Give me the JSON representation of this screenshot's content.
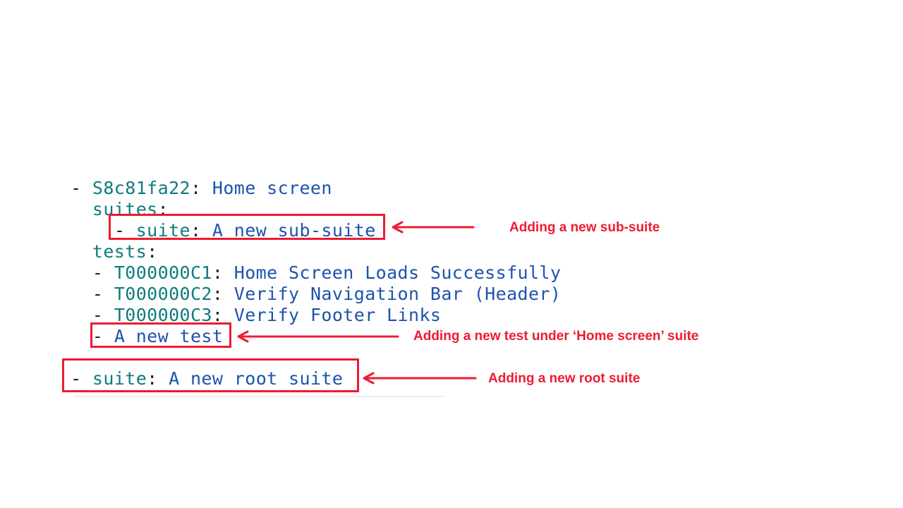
{
  "colors": {
    "key": "#0e7b7e",
    "value": "#1c53ae",
    "punct": "#1f1f1f",
    "red": "#ee1b31",
    "bg": "#ffffff",
    "panel_edge": "#ececec"
  },
  "code": {
    "l1": {
      "dash": "- ",
      "key": "S8c81fa22",
      "colon": ": ",
      "value": "Home screen"
    },
    "l2": {
      "indent": "  ",
      "key": "suites",
      "colon": ":"
    },
    "l3": {
      "indent": "    ",
      "dash": "- ",
      "key": "suite",
      "colon": ": ",
      "value": "A new sub-suite"
    },
    "l4": {
      "indent": "  ",
      "key": "tests",
      "colon": ":"
    },
    "l5": {
      "indent": "  ",
      "dash": "- ",
      "key": "T000000C1",
      "colon": ": ",
      "value": "Home Screen Loads Successfully"
    },
    "l6": {
      "indent": "  ",
      "dash": "- ",
      "key": "T000000C2",
      "colon": ": ",
      "value": "Verify Navigation Bar (Header)"
    },
    "l7": {
      "indent": "  ",
      "dash": "- ",
      "key": "T000000C3",
      "colon": ": ",
      "value": "Verify Footer Links"
    },
    "l8": {
      "indent": "  ",
      "dash": "- ",
      "value": "A new test"
    },
    "l9": {
      "dash": "- ",
      "key": "suite",
      "colon": ": ",
      "value": "A new root suite"
    }
  },
  "callouts": {
    "sub_suite": {
      "label": "Adding a new sub-suite"
    },
    "new_test": {
      "label": "Adding a new test under ‘Home screen’ suite"
    },
    "root_suite": {
      "label": "Adding a new root suite"
    }
  }
}
